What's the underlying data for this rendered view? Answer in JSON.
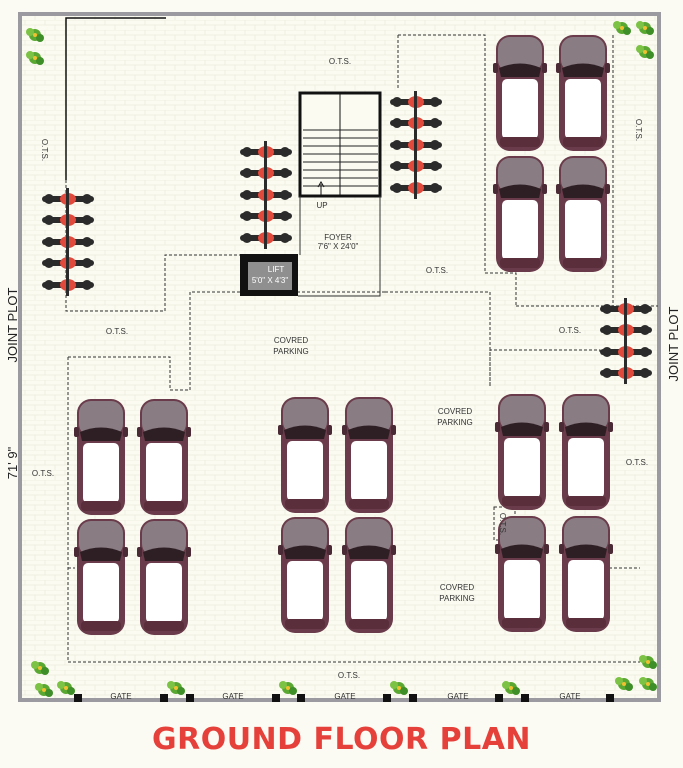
{
  "title": "GROUND FLOOR PLAN",
  "side_labels": {
    "left": "JOINT PLOT",
    "right": "JOINT PLOT",
    "dimension": "71' 9\""
  },
  "labels": {
    "ots": "O.T.S.",
    "up": "UP",
    "foyer": "FOYER",
    "foyer_size": "7'6\" X 24'0\"",
    "lift": "LIFT",
    "lift_size": "5'0\" X 4'3\"",
    "covered_1": "COVRED",
    "covered_2": "PARKING",
    "gate": "GATE"
  },
  "colors": {
    "wall": "#9a9aa0",
    "car_body": "#6a3b4a",
    "car_roof": "#8a7c83",
    "glass": "#ffffff",
    "bike": "#2b2b2b",
    "bike_tank": "#e04a3c",
    "title": "#e5413a",
    "plant": "#5aa832"
  }
}
